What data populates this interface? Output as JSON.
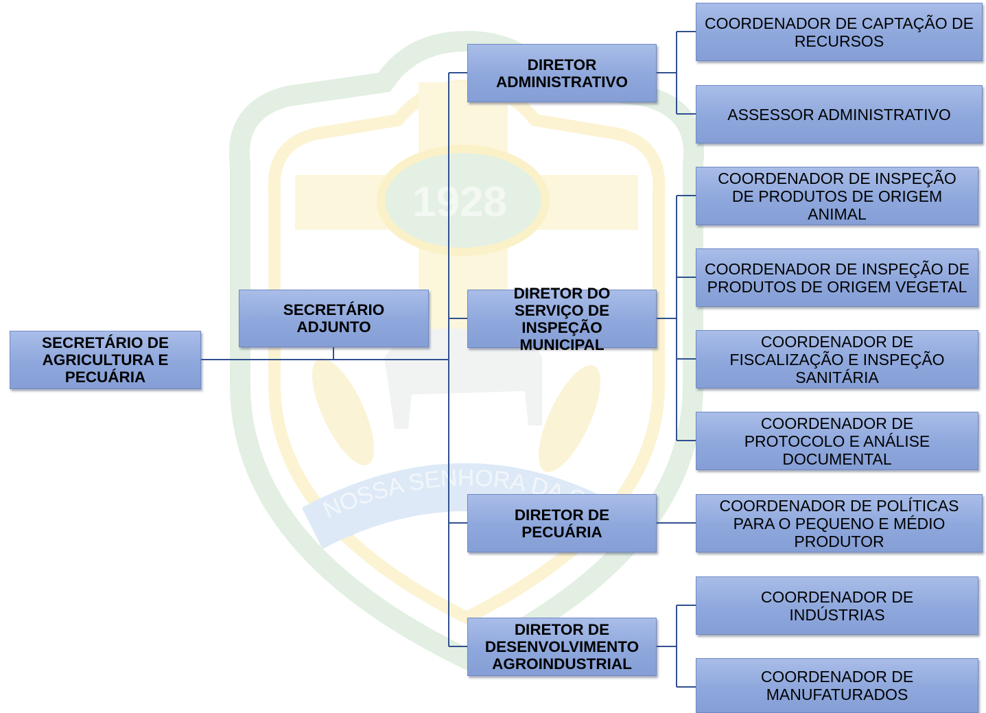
{
  "watermark": {
    "year": "1928",
    "ribbon_text": "NOSSA SENHORA DA GUIA",
    "colors": {
      "green": "#cfe3cf",
      "yellow": "#fbf1c8",
      "blue": "#d6e4f5"
    }
  },
  "colors": {
    "box_fill": "#94abdf",
    "box_border": "#7089c4",
    "line": "#2f4f8f"
  },
  "chart": {
    "root": "SECRETÁRIO DE AGRICULTURA E PECUÁRIA",
    "adjunct": "SECRETÁRIO ADJUNTO",
    "directors": [
      {
        "label": "DIRETOR ADMINISTRATIVO"
      },
      {
        "label": "DIRETOR DO SERVIÇO DE INSPEÇÃO MUNICIPAL"
      },
      {
        "label": "DIRETOR DE PECUÁRIA"
      },
      {
        "label": "DIRETOR DE DESENVOLVIMENTO AGROINDUSTRIAL"
      }
    ],
    "coordinators": [
      {
        "label": "COORDENADOR DE CAPTAÇÃO DE RECURSOS",
        "director": 0
      },
      {
        "label": "ASSESSOR ADMINISTRATIVO",
        "director": 0
      },
      {
        "label": "COORDENADOR DE INSPEÇÃO DE PRODUTOS DE ORIGEM ANIMAL",
        "director": 1
      },
      {
        "label": "COORDENADOR DE INSPEÇÃO DE PRODUTOS DE ORIGEM VEGETAL",
        "director": 1
      },
      {
        "label": "COORDENADOR DE FISCALIZAÇÃO E INSPEÇÃO SANITÁRIA",
        "director": 1
      },
      {
        "label": "COORDENADOR DE PROTOCOLO E ANÁLISE DOCUMENTAL",
        "director": 1
      },
      {
        "label": "COORDENADOR DE POLÍTICAS PARA O PEQUENO E MÉDIO PRODUTOR",
        "director": 2
      },
      {
        "label": "COORDENADOR DE INDÚSTRIAS",
        "director": 3
      },
      {
        "label": "COORDENADOR DE MANUFATURADOS",
        "director": 3
      }
    ]
  }
}
